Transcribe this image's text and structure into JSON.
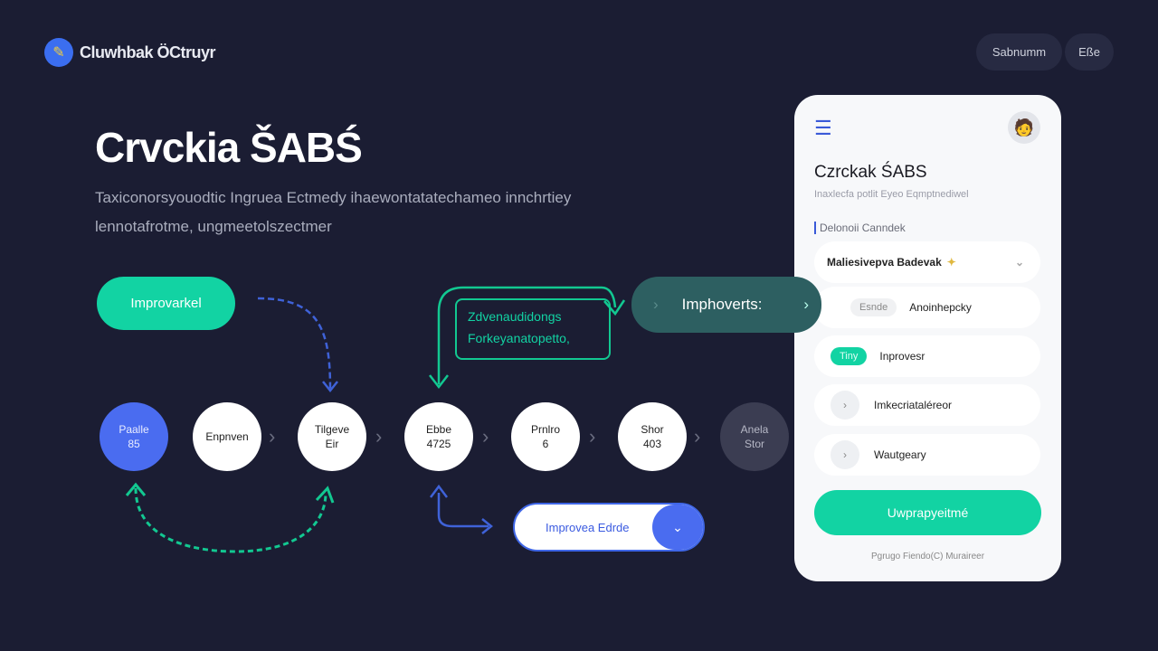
{
  "header": {
    "brand": "Cluwhbak ÖCtruyr",
    "buttons": [
      "Sabnumm",
      "Eße"
    ]
  },
  "hero": {
    "title": "Crvckia ŠABŚ",
    "subtitle": "Taxiconorsyouodtic Ingruea Ectmedy ihaewontatatechameo innchrtiey lennotafrotme, ungmeetolszectmer"
  },
  "flow": {
    "start_button": "Improvarkel",
    "note": [
      "Zdvenaudidongs",
      "Forkeyanatopetto,"
    ],
    "improvements_pill": "Imphoverts:",
    "nodes": [
      {
        "l1": "Paalle",
        "l2": "85"
      },
      {
        "l1": "Enpnven",
        "l2": ""
      },
      {
        "l1": "Tilgeve",
        "l2": "Eir"
      },
      {
        "l1": "Ebbe",
        "l2": "4725"
      },
      {
        "l1": "Prnlro",
        "l2": "6"
      },
      {
        "l1": "Shor",
        "l2": "403"
      },
      {
        "l1": "Anela",
        "l2": "Stor"
      }
    ],
    "select": "Improvea Edrde"
  },
  "panel": {
    "title": "Czrckak ŚABS",
    "subtitle": "Inaxlecfa potlit Eyeo Eqmptnediwel",
    "section_label": "Delonoii Canndek",
    "dropdown": "Maliesivepva Badevak",
    "rows": [
      {
        "badge": "Esnde",
        "label": "Anoinhepcky"
      },
      {
        "badge": "Tiny",
        "label": "Inprovesr"
      },
      {
        "badge": "",
        "label": "Imkecriataléreor"
      },
      {
        "badge": "",
        "label": "Wautgeary"
      }
    ],
    "primary": "Uwprapyeitmé",
    "footer": "Pgrugo Fiendo(C) Muraireer"
  },
  "colors": {
    "bg": "#1b1d33",
    "green": "#12d3a3",
    "blue": "#4a6cf0"
  }
}
